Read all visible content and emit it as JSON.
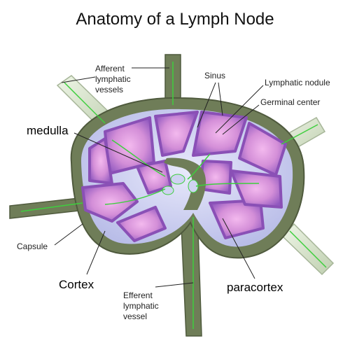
{
  "title": "Anatomy of a Lymph Node",
  "labels": {
    "afferent": [
      "Afferent",
      "lymphatic",
      "vessels"
    ],
    "sinus": "Sinus",
    "lymphatic_nodule": "Lymphatic nodule",
    "germinal_center": "Germinal center",
    "medulla": "medulla",
    "capsule": "Capsule",
    "cortex": "Cortex",
    "efferent": [
      "Efferent",
      "lymphatic",
      "vessel"
    ],
    "paracortex": "paracortex"
  },
  "colors": {
    "capsule": "#6f7d58",
    "capsule_dark": "#4f5a3d",
    "vessel": "#dde8d0",
    "sinus_bg": "#cfd2f2",
    "nodule": "#9a63c2",
    "nodule_light": "#e6a8e2",
    "flow": "#3ecf3e"
  }
}
